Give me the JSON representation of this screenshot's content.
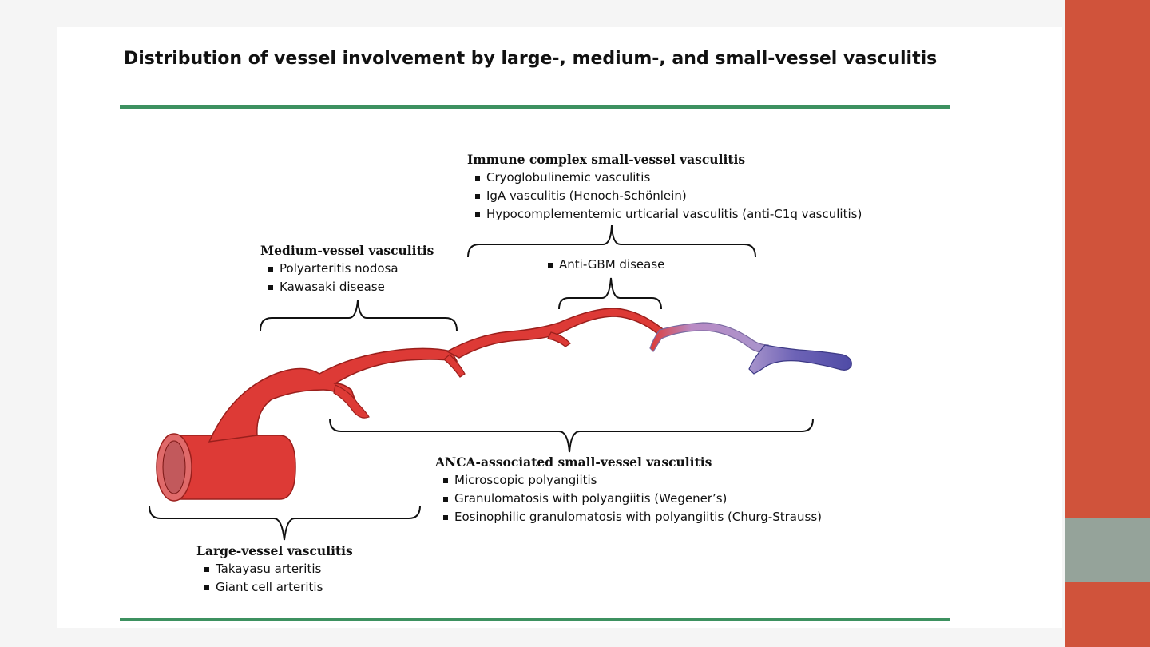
{
  "title": "Distribution of vessel involvement by large-, medium-, and small-vessel vasculitis",
  "colors": {
    "accent_green": "#3d9160",
    "strip_red": "#d0533b",
    "strip_gray": "#95a39a",
    "artery_red": "#dd3a36",
    "capillary_purple": "#a68ac4",
    "vein_blue": "#5650a8"
  },
  "groups": {
    "immune_complex": {
      "heading": "Immune complex small-vessel vasculitis",
      "items": [
        "Cryoglobulinemic vasculitis",
        "IgA vasculitis (Henoch-Schönlein)",
        "Hypocomplementemic urticarial vasculitis (anti-C1q vasculitis)"
      ]
    },
    "medium": {
      "heading": "Medium-vessel vasculitis",
      "items": [
        "Polyarteritis nodosa",
        "Kawasaki disease"
      ]
    },
    "anti_gbm": {
      "items": [
        "Anti-GBM disease"
      ]
    },
    "anca": {
      "heading": "ANCA-associated small-vessel vasculitis",
      "items": [
        "Microscopic polyangiitis",
        "Granulomatosis with polyangiitis (Wegener’s)",
        "Eosinophilic granulomatosis with polyangiitis (Churg-Strauss)"
      ]
    },
    "large": {
      "heading": "Large-vessel vasculitis",
      "items": [
        "Takayasu arteritis",
        "Giant cell arteritis"
      ]
    }
  }
}
